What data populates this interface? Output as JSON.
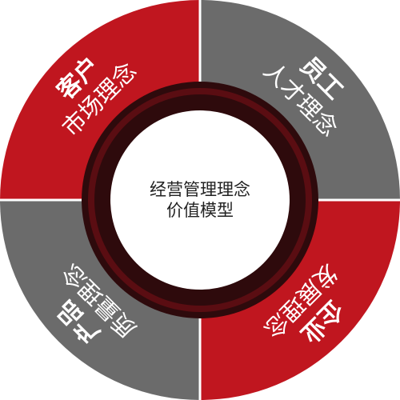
{
  "center": {
    "line1": "经营管理理念",
    "line2": "价值模型"
  },
  "quadrants": {
    "customer": {
      "title": "客户",
      "subtitle": "市场理念",
      "color": "#c0161f"
    },
    "employee": {
      "title": "员工",
      "subtitle": "人才理念",
      "color": "#6b6b6b"
    },
    "enterprise": {
      "title": "企业",
      "subtitle": "发展理念",
      "color": "#c0161f"
    },
    "product": {
      "title": "产品",
      "subtitle": "质量理念",
      "color": "#6b6b6b"
    }
  },
  "colors": {
    "red": "#c0161f",
    "gray": "#6b6b6b",
    "inner_ring_dark": "#2e0a0c",
    "inner_ring_mid": "#5a0d12",
    "center_fill": "#ffffff",
    "divider": "#ffffff"
  }
}
